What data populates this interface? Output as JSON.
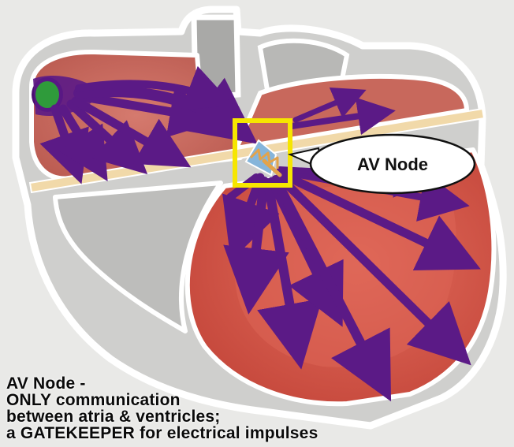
{
  "diagram": {
    "callout_label": "AV Node",
    "caption_lines": [
      "AV Node -",
      "ONLY communication",
      "between atria & ventricles;",
      "a GATEKEEPER for electrical impulses"
    ]
  },
  "colors": {
    "background": "#e8e8e6",
    "heart_outline": "#ffffff",
    "atria_muscle": "#c9655a",
    "ventricle_muscle": "#d8584a",
    "impulse_arrows": "#5b1a86",
    "sa_node": "#2e9a3a",
    "av_node": "#7fb0d8",
    "av_node_zigzag": "#e0a040",
    "highlight_box": "#f5e600",
    "septum_band": "#f0d8a8"
  }
}
